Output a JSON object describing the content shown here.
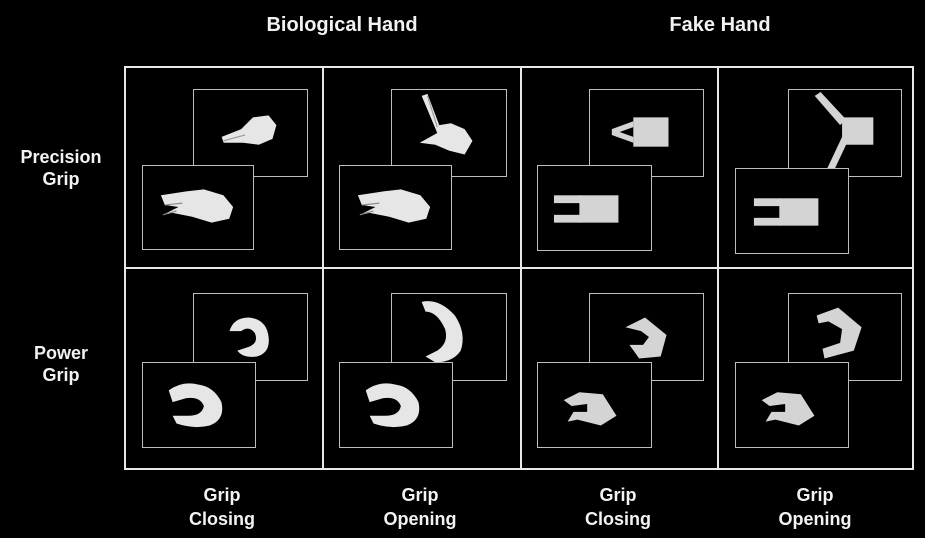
{
  "headers": {
    "biological": "Biological Hand",
    "fake": "Fake Hand"
  },
  "rows": [
    {
      "line1": "Precision",
      "line2": "Grip"
    },
    {
      "line1": "Power",
      "line2": "Grip"
    }
  ],
  "columns": [
    {
      "line1": "Grip",
      "line2": "Closing"
    },
    {
      "line1": "Grip",
      "line2": "Opening"
    },
    {
      "line1": "Grip",
      "line2": "Closing"
    },
    {
      "line1": "Grip",
      "line2": "Opening"
    }
  ],
  "colors": {
    "background": "#000000",
    "grid_lines": "#e8e8e8",
    "frame_border": "#bdbdbd",
    "hand_skin": "#e6e6e6",
    "fake_hand": "#d4d4d4"
  },
  "cells": [
    {
      "row": "precision",
      "col": "biological-closing",
      "back": "hand-precision-closing",
      "front": "hand-precision-start"
    },
    {
      "row": "precision",
      "col": "biological-opening",
      "back": "hand-precision-opening",
      "front": "hand-precision-start"
    },
    {
      "row": "precision",
      "col": "fake-closing",
      "back": "fake-precision-closing",
      "front": "fake-precision-start"
    },
    {
      "row": "precision",
      "col": "fake-opening",
      "back": "fake-precision-opening",
      "front": "fake-precision-start"
    },
    {
      "row": "power",
      "col": "biological-closing",
      "back": "hand-power-closing",
      "front": "hand-power-start"
    },
    {
      "row": "power",
      "col": "biological-opening",
      "back": "hand-power-opening",
      "front": "hand-power-start"
    },
    {
      "row": "power",
      "col": "fake-closing",
      "back": "fake-power-closing",
      "front": "fake-power-start"
    },
    {
      "row": "power",
      "col": "fake-opening",
      "back": "fake-power-opening",
      "front": "fake-power-start"
    }
  ]
}
